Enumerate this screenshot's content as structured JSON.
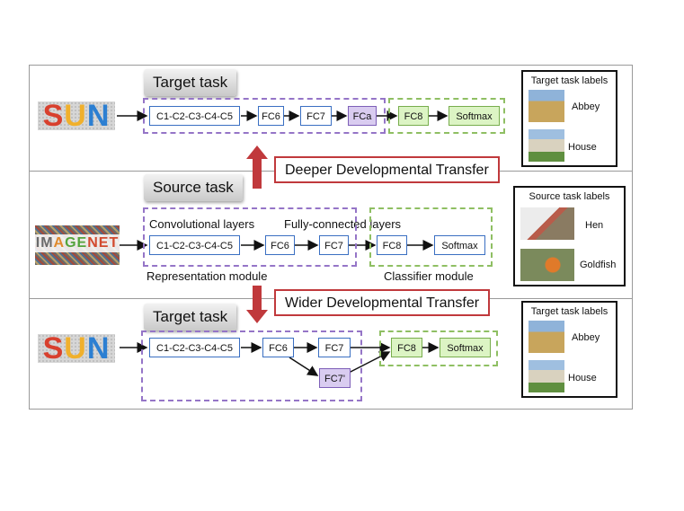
{
  "top": {
    "task_label": "Target task",
    "logo": "SUN",
    "layers": [
      "C1-C2-C3-C4-C5",
      "FC6",
      "FC7",
      "FCa",
      "FC8",
      "Softmax"
    ],
    "labels_panel": {
      "title": "Target task labels",
      "items": [
        "Abbey",
        "House"
      ]
    }
  },
  "deeper_transfer": "Deeper Developmental Transfer",
  "middle": {
    "task_label": "Source task",
    "logo": "IMAGENET",
    "conv_caption": "Convolutional layers",
    "fc_caption": "Fully-connected layers",
    "layers": [
      "C1-C2-C3-C4-C5",
      "FC6",
      "FC7",
      "FC8",
      "Softmax"
    ],
    "representation_caption": "Representation module",
    "classifier_caption": "Classifier module",
    "labels_panel": {
      "title": "Source task labels",
      "items": [
        "Hen",
        "Goldfish"
      ]
    }
  },
  "wider_transfer": "Wider Developmental Transfer",
  "bottom": {
    "task_label": "Target task",
    "logo": "SUN",
    "layers": [
      "C1-C2-C3-C4-C5",
      "FC6",
      "FC7",
      "FC7'",
      "FC8",
      "Softmax"
    ],
    "labels_panel": {
      "title": "Target task labels",
      "items": [
        "Abbey",
        "House"
      ]
    }
  },
  "colors": {
    "purple_dash": "#9575c7",
    "green_dash": "#8fbf63",
    "blue_box": "#3a6fc2",
    "transfer_red": "#c0393c"
  }
}
